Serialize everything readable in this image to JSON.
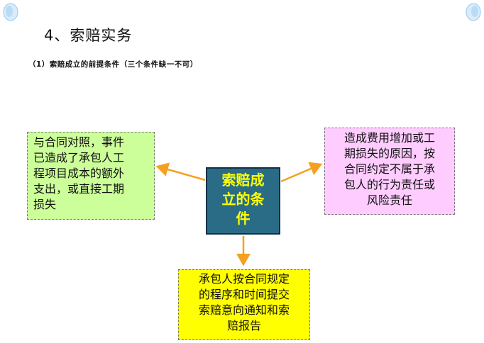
{
  "slide": {
    "title": "4、索赔实务",
    "subtitle": "（1）索赔成立的前提条件（三个条件缺一不可）"
  },
  "diagram": {
    "center": "索赔成\n立的条\n件",
    "left": "与合同对照，事件\n已造成了承包人工\n程项目成本的额外\n支出，或直接工期\n损失",
    "right": "造成费用增加或工\n期损失的原因，按\n合同约定不属于承\n包人的行为责任或\n风险责任",
    "bottom": "承包人按合同规定\n的程序和时间提交\n索赔意向通知和索\n赔报告"
  },
  "colors": {
    "arrow": "#f5a020",
    "center_fill": "#2a6c86",
    "center_text": "#ffff00",
    "left_fill": "#ccff99",
    "right_fill": "#ffccff",
    "bottom_fill": "#ffff00"
  }
}
